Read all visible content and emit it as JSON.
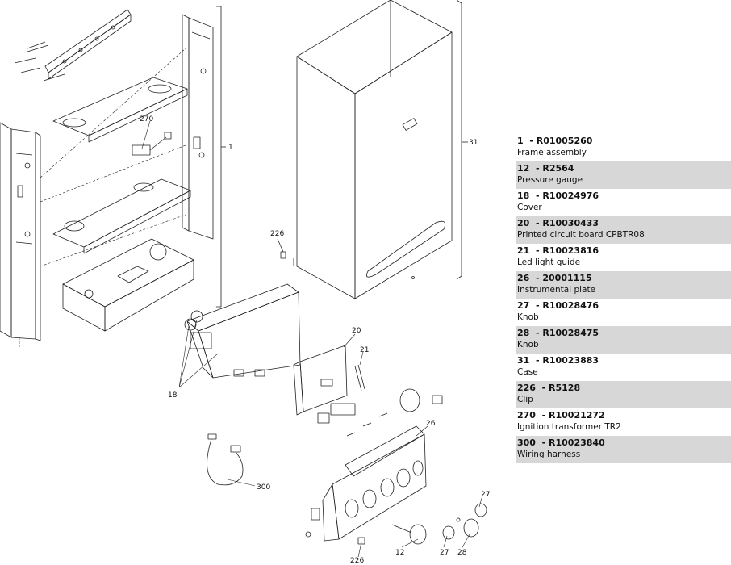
{
  "diagram": {
    "callouts": {
      "c1": "1",
      "c31": "31",
      "c270": "270",
      "c226a": "226",
      "c20": "20",
      "c21": "21",
      "c18": "18",
      "c26": "26",
      "c300": "300",
      "c27a": "27",
      "c12": "12",
      "c27b": "27",
      "c28": "28",
      "c226b": "226"
    }
  },
  "parts": [
    {
      "number": "1",
      "code": "R01005260",
      "name": "Frame assembly"
    },
    {
      "number": "12",
      "code": "R2564",
      "name": "Pressure gauge"
    },
    {
      "number": "18",
      "code": "R10024976",
      "name": "Cover"
    },
    {
      "number": "20",
      "code": "R10030433",
      "name": "Printed circuit board CPBTR08"
    },
    {
      "number": "21",
      "code": "R10023816",
      "name": "Led light guide"
    },
    {
      "number": "26",
      "code": "20001115",
      "name": "Instrumental plate"
    },
    {
      "number": "27",
      "code": "R10028476",
      "name": "Knob"
    },
    {
      "number": "28",
      "code": "R10028475",
      "name": "Knob"
    },
    {
      "number": "31",
      "code": "R10023883",
      "name": "Case"
    },
    {
      "number": "226",
      "code": "R5128",
      "name": "Clip"
    },
    {
      "number": "270",
      "code": "R10021272",
      "name": "Ignition transformer TR2"
    },
    {
      "number": "300",
      "code": "R10023840",
      "name": "Wiring harness"
    }
  ]
}
